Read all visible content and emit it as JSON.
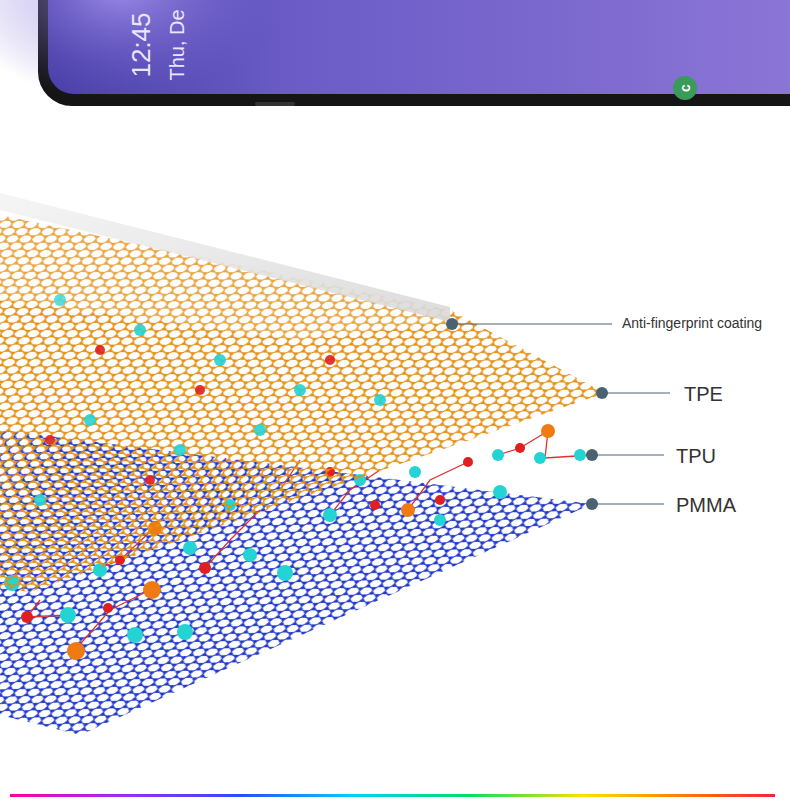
{
  "diagram": {
    "labels": [
      "12:45",
      "Thu, De",
      "c",
      "Anti-fingerprint coating",
      "TPE",
      "TPU",
      "PMMA"
    ]
  }
}
